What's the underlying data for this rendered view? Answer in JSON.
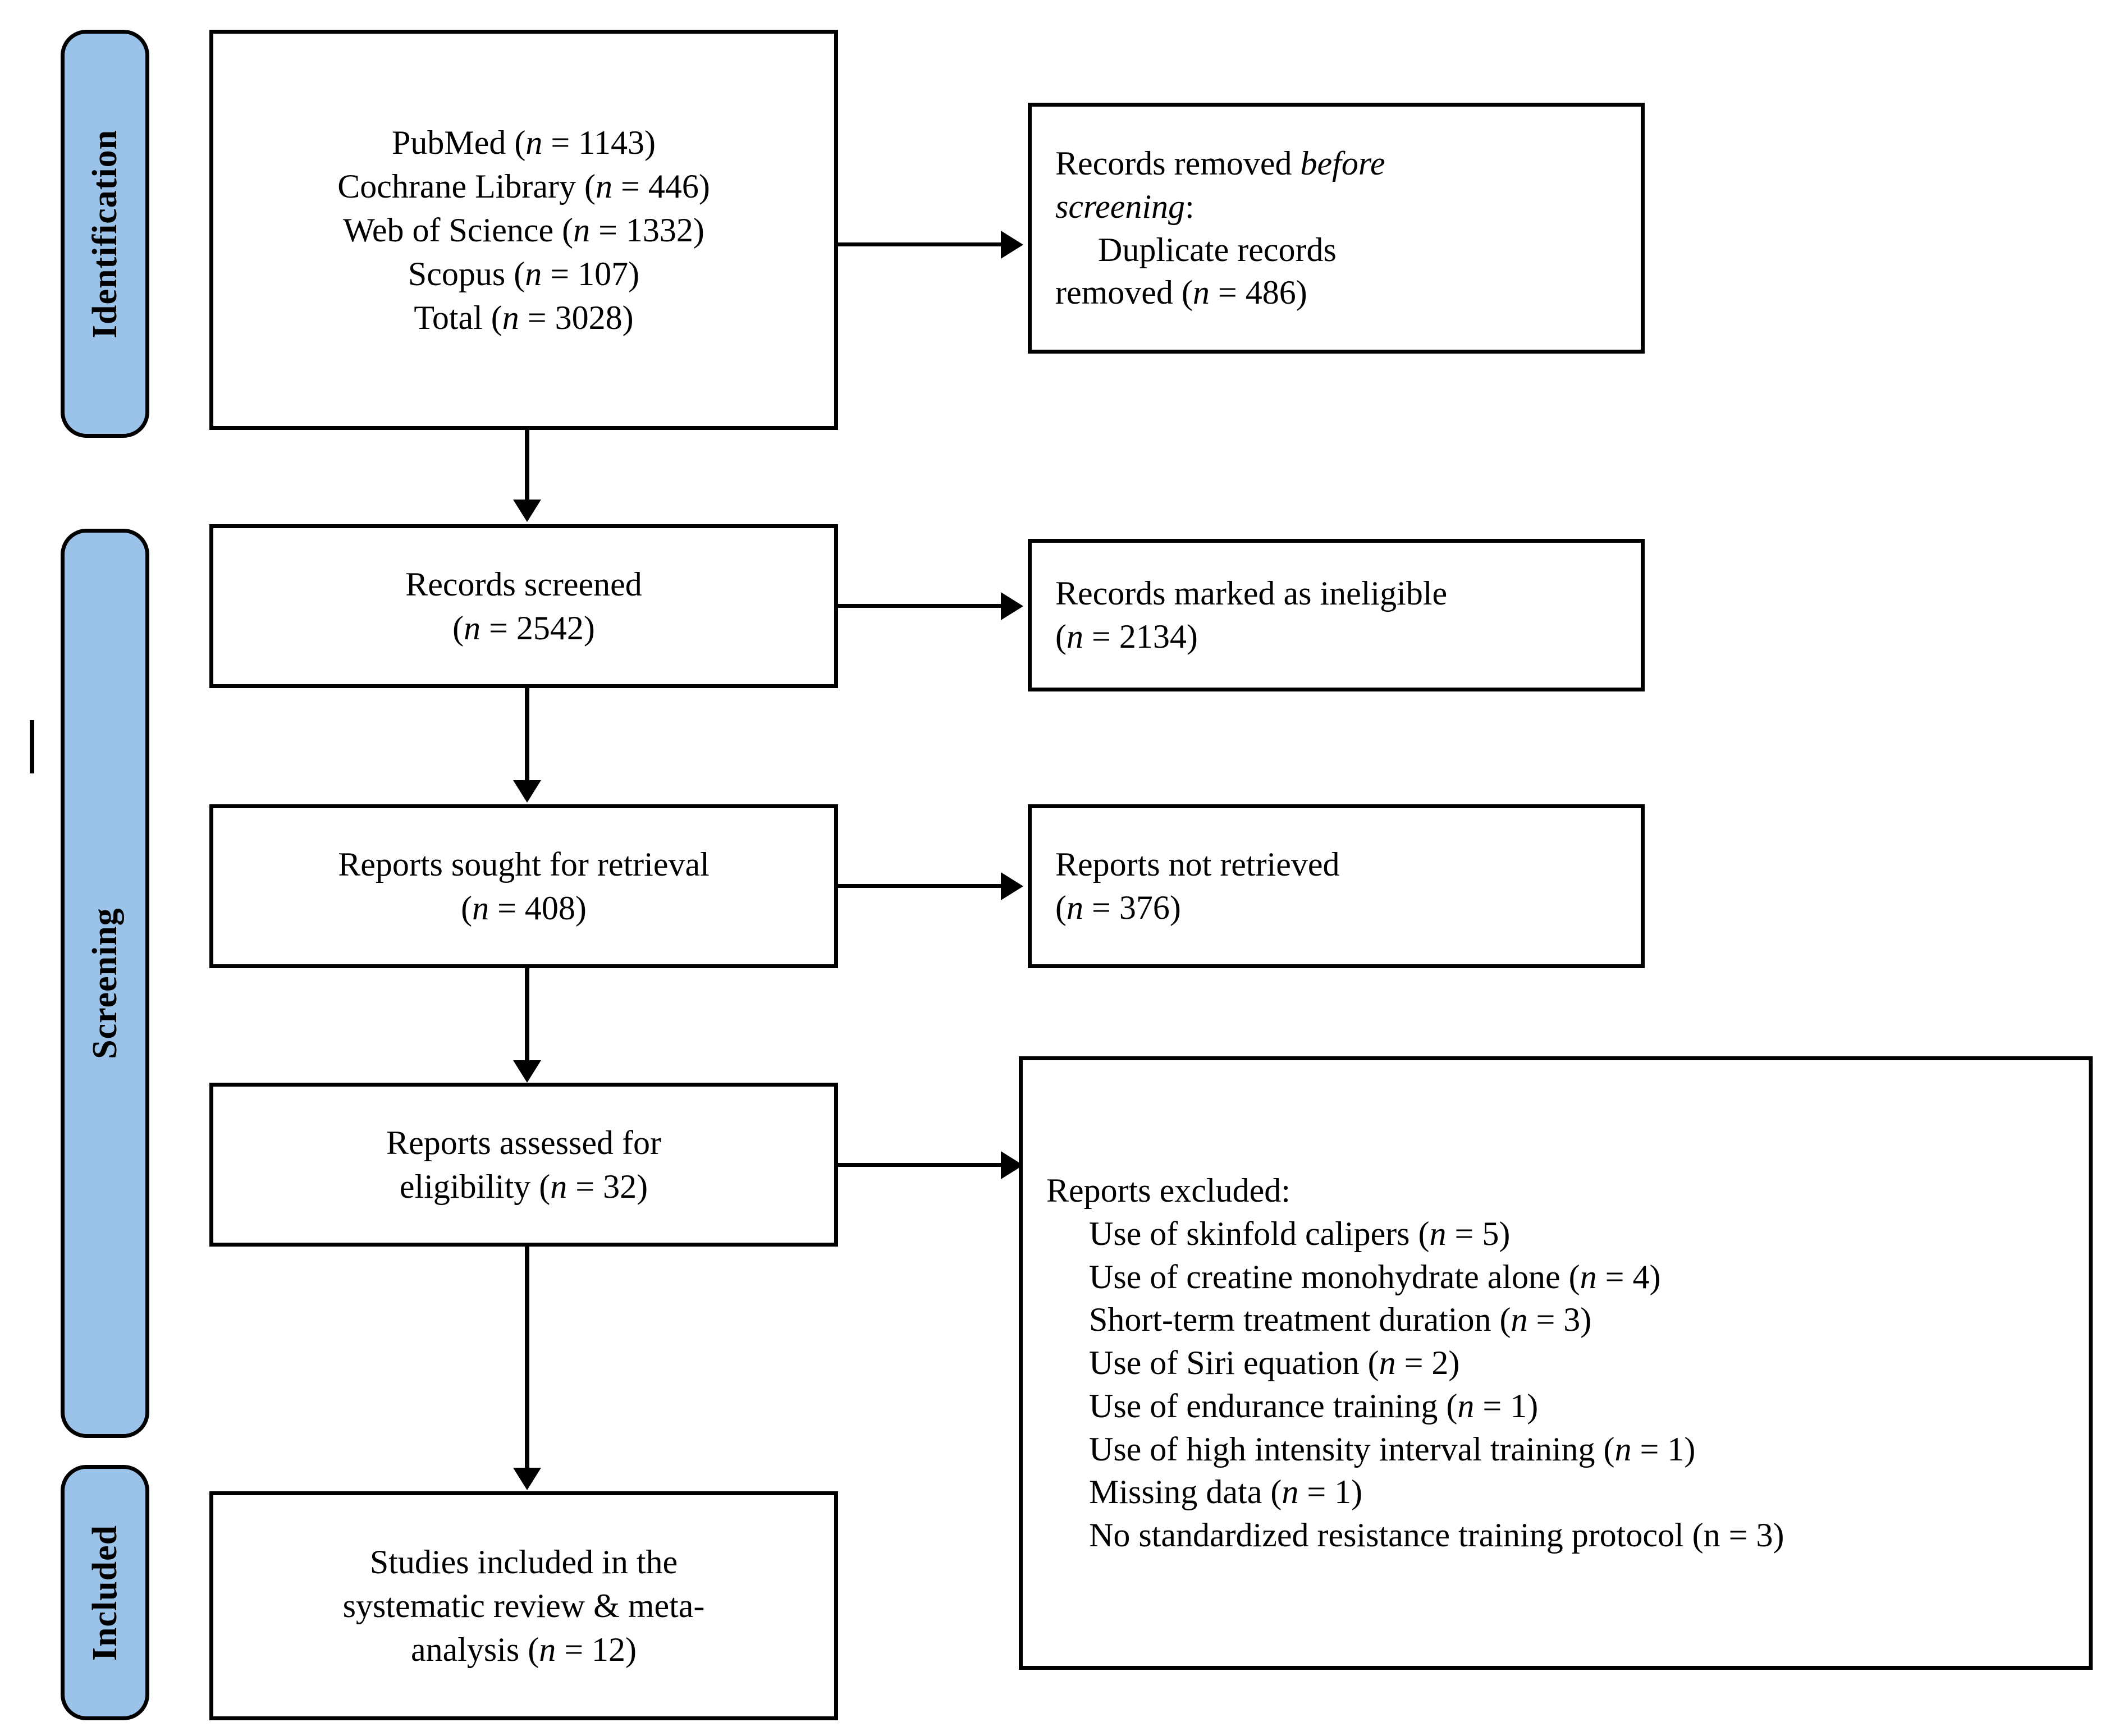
{
  "diagram": {
    "title": "PRISMA 2020 flow diagram",
    "accent_color": "#9BC3E9",
    "line_color": "#000000",
    "background_color": "#FFFFFF"
  },
  "phases": [
    {
      "id": "identification",
      "label": "Identification"
    },
    {
      "id": "screening",
      "label": "Screening"
    },
    {
      "id": "included",
      "label": "Included"
    }
  ],
  "boxes": {
    "identification_sources": {
      "name": "records-identified",
      "lines": [
        {
          "text": "PubMed (",
          "italic_n": "n",
          "tail": " = 1143)"
        },
        {
          "text": "Cochrane Library (",
          "italic_n": "n",
          "tail": " = 446)"
        },
        {
          "text": "Web of Science (",
          "italic_n": "n",
          "tail": " = 1332)"
        },
        {
          "text": "Scopus (",
          "italic_n": "n",
          "tail": " = 107)"
        },
        {
          "text": "Total (",
          "italic_n": "n",
          "tail": " = 3028)"
        }
      ],
      "plain": [
        "PubMed (n = 1143)",
        "Cochrane Library (n = 446)",
        "Web of Science (n = 1332)",
        "Scopus (n = 107)",
        "Total (n = 3028)"
      ]
    },
    "records_removed": {
      "name": "records-removed-before-screening",
      "heading_plain": "Records removed before screening:",
      "heading_prefix": "Records removed ",
      "heading_italic": "before screening",
      "heading_suffix": ":",
      "detail_line1": "Duplicate records",
      "detail_line2_prefix": "removed (",
      "detail_line2_italic": "n",
      "detail_line2_suffix": " = 486)",
      "plain": "Records removed before screening: Duplicate records removed (n = 486)"
    },
    "records_screened": {
      "name": "records-screened",
      "line1": "Records screened",
      "line2_prefix": "(",
      "line2_italic": "n",
      "line2_suffix": " = 2542)",
      "plain": "Records screened (n = 2542)"
    },
    "records_ineligible": {
      "name": "records-marked-ineligible",
      "line1": "Records marked as ineligible",
      "line2_prefix": "(",
      "line2_italic": "n",
      "line2_suffix": " = 2134)",
      "plain": "Records marked as ineligible (n = 2134)"
    },
    "reports_sought": {
      "name": "reports-sought-for-retrieval",
      "line1": "Reports sought for retrieval",
      "line2_prefix": "(",
      "line2_italic": "n",
      "line2_suffix": " = 408)",
      "plain": "Reports sought for retrieval (n = 408)"
    },
    "reports_not_retrieved": {
      "name": "reports-not-retrieved",
      "line1": "Reports not retrieved",
      "line2_prefix": "(",
      "line2_italic": "n",
      "line2_suffix": " = 376)",
      "plain": "Reports not retrieved (n = 376)"
    },
    "reports_assessed": {
      "name": "reports-assessed-for-eligibility",
      "line1": "Reports assessed for",
      "line2_prefix": "eligibility (",
      "line2_italic": "n",
      "line2_suffix": " = 32)",
      "plain": "Reports assessed for eligibility (n = 32)"
    },
    "reports_excluded": {
      "name": "reports-excluded",
      "heading": "Reports excluded:",
      "reasons": [
        {
          "label": "Use of skinfold calipers",
          "n_italic": true,
          "n": 5,
          "plain": "Use of skinfold calipers (n = 5)"
        },
        {
          "label": "Use of creatine monohydrate alone",
          "n_italic": true,
          "n": 4,
          "plain": "Use of creatine monohydrate alone (n = 4)"
        },
        {
          "label": "Short-term treatment duration",
          "n_italic": true,
          "n": 3,
          "plain": "Short-term treatment duration (n = 3)"
        },
        {
          "label": "Use of Siri equation",
          "n_italic": true,
          "n": 2,
          "plain": "Use of Siri equation (n = 2)"
        },
        {
          "label": "Use of endurance training",
          "n_italic": true,
          "n": 1,
          "plain": "Use of endurance training (n = 1)"
        },
        {
          "label": "Use of high intensity interval training",
          "n_italic": true,
          "n": 1,
          "plain": "Use of high intensity interval training (n = 1)"
        },
        {
          "label": "Missing data",
          "n_italic": true,
          "n": 1,
          "plain": "Missing data (n = 1)"
        },
        {
          "label": "No standardized resistance training protocol",
          "n_italic": false,
          "n": 3,
          "plain": "No standardized resistance training protocol (n = 3)"
        }
      ]
    },
    "studies_included": {
      "name": "studies-included",
      "line1": "Studies included in the",
      "line2": "systematic review & meta-",
      "line3_prefix": "analysis (",
      "line3_italic": "n",
      "line3_suffix": " = 12)",
      "plain": "Studies included in the systematic review & meta-analysis (n = 12)"
    }
  },
  "counts": {
    "pubmed": 1143,
    "cochrane_library": 446,
    "web_of_science": 1332,
    "scopus": 107,
    "total_identified": 3028,
    "duplicates_removed": 486,
    "records_screened": 2542,
    "records_ineligible": 2134,
    "reports_sought": 408,
    "reports_not_retrieved": 376,
    "reports_assessed": 32,
    "studies_included": 12
  }
}
